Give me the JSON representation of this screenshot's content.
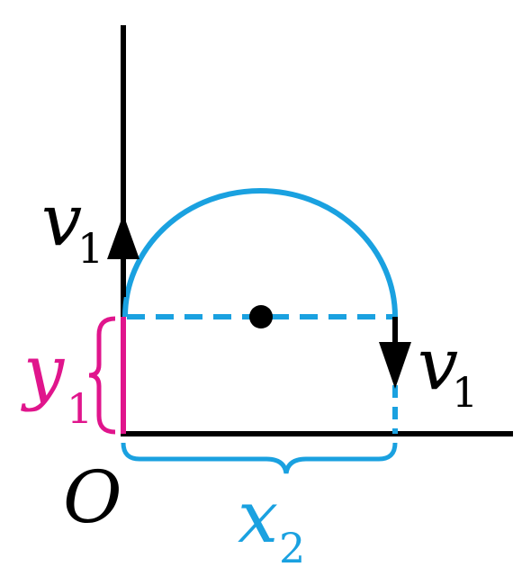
{
  "colors": {
    "axis": "#000000",
    "path": "#1aa1e0",
    "y_brace": "#e0158c",
    "dot": "#000000"
  },
  "labels": {
    "v1_left": {
      "main": "v",
      "sub": "1"
    },
    "v1_right": {
      "main": "v",
      "sub": "1"
    },
    "y1": {
      "main": "y",
      "sub": "1"
    },
    "x2": {
      "main": "x",
      "sub": "2"
    },
    "origin": "O"
  }
}
